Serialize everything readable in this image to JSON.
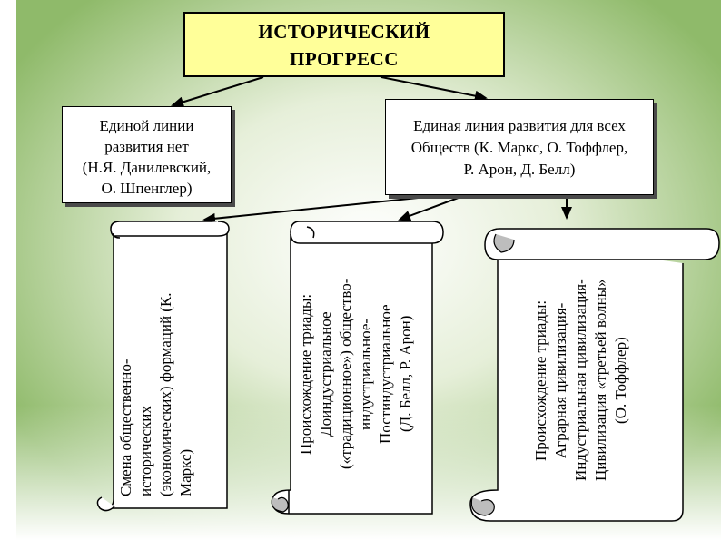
{
  "title": {
    "lines": [
      "ИСТОРИЧЕСКИЙ",
      "ПРОГРЕСС"
    ]
  },
  "left_box": {
    "lines": [
      "Единой линии",
      "развития нет",
      "(Н.Я. Данилевский,",
      "О. Шпенглер)"
    ]
  },
  "right_box": {
    "lines": [
      "Единая линия развития для всех",
      "Обществ (К. Маркс, О. Тоффлер,",
      "Р. Арон, Д. Белл)"
    ]
  },
  "scrolls": [
    {
      "lines": [
        "Смена общественно-",
        "исторических",
        "(экономических) формаций (К.",
        "Маркс)"
      ]
    },
    {
      "lines": [
        "Происхождение триады:",
        "Доиндустриальное",
        "(«традиционное») общество-",
        "индустриальное-",
        "Постиндустриальное",
        "(Д. Белл, Р. Арон)"
      ]
    },
    {
      "lines": [
        "Происхождение триады:",
        "Аграрная цивилизация-",
        "Индустриальная цивилизация-",
        "Цивилизация «третьей волны»",
        "(О. Тоффлер)"
      ]
    }
  ],
  "colors": {
    "title_fill": "#ffff99",
    "background_green": "#8fba6a",
    "scroll_fill": "#ffffff",
    "outline": "#000000"
  }
}
